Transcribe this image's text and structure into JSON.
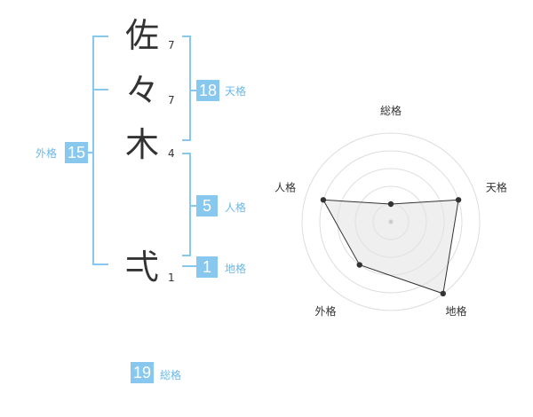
{
  "name_chars": [
    {
      "char": "佐",
      "strokes": "7"
    },
    {
      "char": "々",
      "strokes": "7"
    },
    {
      "char": "木",
      "strokes": "4"
    },
    {
      "char": "弌",
      "strokes": "1"
    }
  ],
  "fortunes": {
    "tenkaku": {
      "value": "18",
      "label": "天格"
    },
    "jinkaku": {
      "value": "5",
      "label": "人格"
    },
    "chikaku": {
      "value": "1",
      "label": "地格"
    },
    "gaikaku": {
      "value": "15",
      "label": "外格"
    },
    "soukaku": {
      "value": "19",
      "label": "総格"
    }
  },
  "colors": {
    "accent": "#88c8ee",
    "label": "#6ab8e8",
    "text": "#333333",
    "grid": "#dddddd"
  },
  "chart_data": {
    "type": "radar",
    "axes": [
      "総格",
      "天格",
      "地格",
      "外格",
      "人格"
    ],
    "values": [
      1,
      4,
      5,
      3,
      4
    ],
    "rmax": 5,
    "grid": true
  }
}
